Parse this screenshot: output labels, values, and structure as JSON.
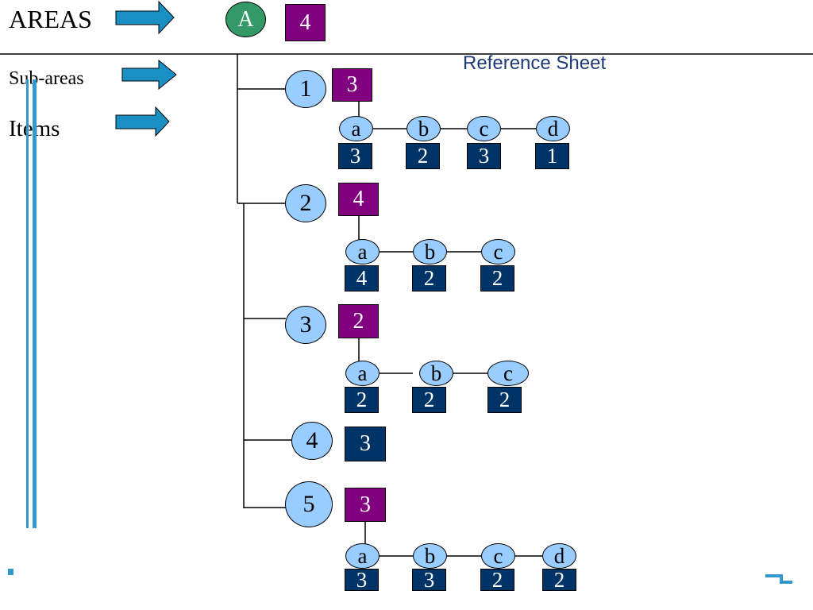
{
  "legend": {
    "areas_label": "AREAS",
    "subareas_label": "Sub-areas",
    "items_label": "Items"
  },
  "title": "Reference Sheet",
  "root": {
    "label": "A",
    "count": "4"
  },
  "subareas": [
    {
      "label": "1",
      "count": "3",
      "count_color": "purple",
      "items": [
        {
          "label": "a",
          "count": "3"
        },
        {
          "label": "b",
          "count": "2"
        },
        {
          "label": "c",
          "count": "3"
        },
        {
          "label": "d",
          "count": "1"
        }
      ]
    },
    {
      "label": "2",
      "count": "4",
      "count_color": "purple",
      "items": [
        {
          "label": "a",
          "count": "4"
        },
        {
          "label": "b",
          "count": "2"
        },
        {
          "label": "c",
          "count": "2"
        }
      ]
    },
    {
      "label": "3",
      "count": "2",
      "count_color": "purple",
      "items": [
        {
          "label": "a",
          "count": "2"
        },
        {
          "label": "b",
          "count": "2"
        },
        {
          "label": "c",
          "count": "2"
        }
      ]
    },
    {
      "label": "4",
      "count": "3",
      "count_color": "navy",
      "items": []
    },
    {
      "label": "5",
      "count": "3",
      "count_color": "purple",
      "items": [
        {
          "label": "a",
          "count": "3"
        },
        {
          "label": "b",
          "count": "3"
        },
        {
          "label": "c",
          "count": "2"
        },
        {
          "label": "d",
          "count": "2"
        }
      ]
    }
  ],
  "colors": {
    "node_fill": "#99ccff",
    "root_fill": "#339966",
    "count_purple": "#800080",
    "count_navy": "#003366",
    "arrow": "#1a8fc4",
    "title": "#1f3a78"
  }
}
